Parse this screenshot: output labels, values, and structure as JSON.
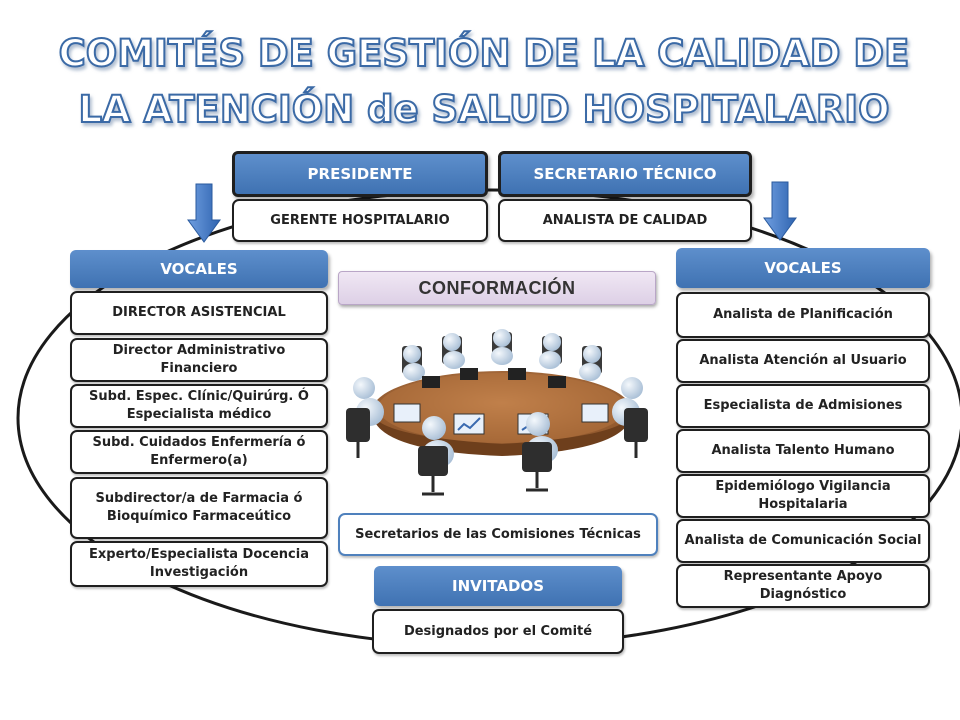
{
  "title": {
    "line1": "COMITÉS DE GESTIÓN DE LA CALIDAD DE",
    "line2": "LA ATENCIÓN de SALUD HOSPITALARIO"
  },
  "top": {
    "presidente_header": "PRESIDENTE",
    "presidente_value": "GERENTE HOSPITALARIO",
    "secretario_header": "SECRETARIO TÉCNICO",
    "secretario_value": "ANALISTA DE CALIDAD"
  },
  "conformacion": "CONFORMACIÓN",
  "left_vocales": {
    "header": "VOCALES",
    "items": [
      "DIRECTOR ASISTENCIAL",
      "Director Administrativo Financiero",
      "Subd. Espec. Clínic/Quirúrg. Ó Especialista médico",
      "Subd. Cuidados Enfermería ó Enfermero(a)",
      "Subdirector/a de Farmacia ó Bioquímico Farmaceútico",
      "Experto/Especialista Docencia Investigación"
    ]
  },
  "right_vocales": {
    "header": "VOCALES",
    "items": [
      "Analista de Planificación",
      "Analista Atención al Usuario",
      "Especialista de Admisiones",
      "Analista Talento Humano",
      "Epidemiólogo Vigilancia Hospitalaria",
      "Analista de Comunicación Social",
      "Representante Apoyo Diagnóstico"
    ]
  },
  "secretarios": "Secretarios  de las Comisiones Técnicas",
  "invitados": {
    "header": "INVITADOS",
    "value": "Designados por el Comité"
  },
  "icons": {
    "arrow_left": "arrow-down-icon",
    "arrow_right": "arrow-down-icon",
    "meeting": "meeting-table-illustration"
  },
  "colors": {
    "header_blue": "#4a7ebf",
    "title_fill": "#ffffff",
    "title_stroke": "#3a6aa6",
    "ellipse": "#1a1a1a"
  }
}
